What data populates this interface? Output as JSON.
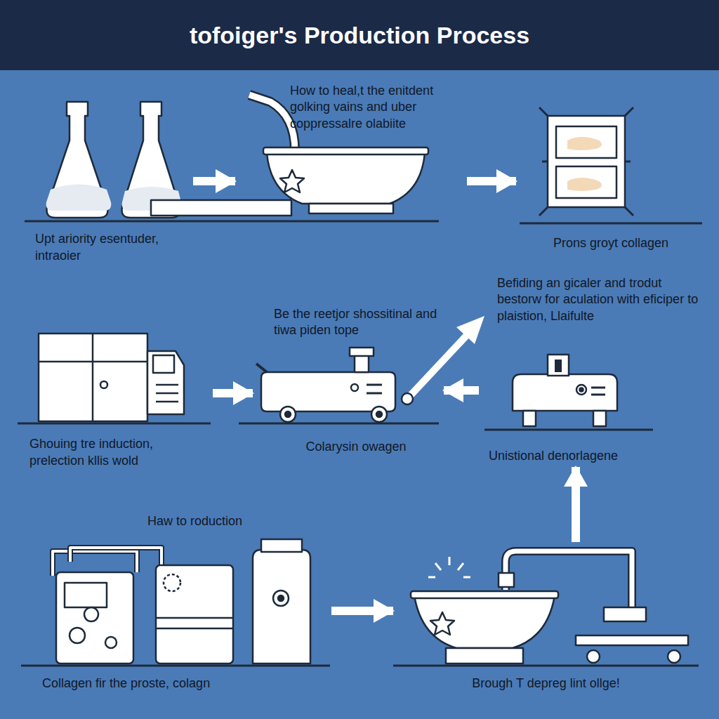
{
  "diagram": {
    "title": "tofoiger's Production Process",
    "nodes": [
      {
        "text": [
          "Upt ariority esentuder, intraoier"
        ]
      },
      {
        "text": [
          "How to heal,t the enitdent golking vains and uber coppressalre olabiite"
        ]
      },
      {
        "text": [
          "Prons groyt collagen"
        ]
      },
      {
        "text": [
          "Ghouing tre induction, prelection kllis wold"
        ]
      },
      {
        "text": [
          "Be the reetjor shossitinal and tiwa piden tope",
          "Colarysin owagen"
        ]
      },
      {
        "text": [
          "Unistional denorlagene"
        ]
      },
      {
        "text": [
          "Haw to roduction",
          "Collagen fir the proste, colagn"
        ]
      },
      {
        "text": [
          "Brough T depreg lint ollge!"
        ]
      }
    ],
    "edges": [
      {
        "from": 0,
        "to": 1,
        "arrow": "to"
      },
      {
        "from": 1,
        "to": 2,
        "arrow": "to"
      },
      {
        "from": 3,
        "to": 4,
        "arrow": "to"
      },
      {
        "from": 5,
        "to": 4,
        "arrow": "to"
      },
      {
        "from": 6,
        "to": 7,
        "arrow": "to"
      },
      {
        "from": 7,
        "to": 5,
        "arrow": "to"
      }
    ],
    "labels": [
      "Befiding an gicaler and trodut bestorw for aculation with eficiper to plaistion, Llaifulte"
    ]
  }
}
